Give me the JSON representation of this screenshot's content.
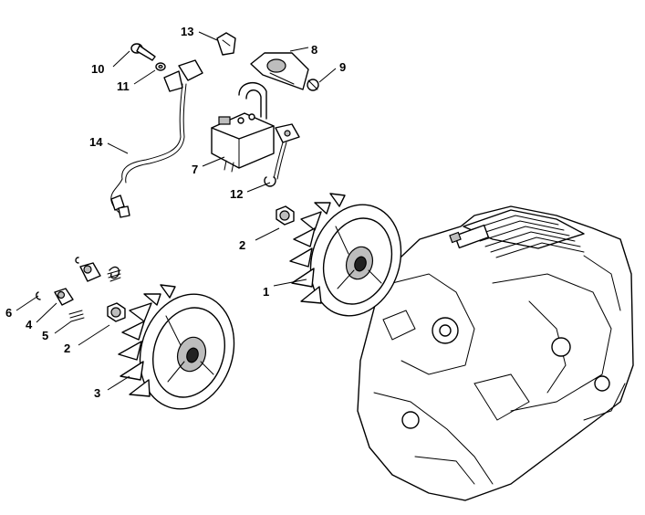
{
  "callouts": {
    "c1": "1",
    "c2a": "2",
    "c2b": "2",
    "c3": "3",
    "c4": "4",
    "c5": "5",
    "c6": "6",
    "c7": "7",
    "c8": "8",
    "c9": "9",
    "c10": "10",
    "c11": "11",
    "c12": "12",
    "c13": "13",
    "c14": "14"
  }
}
